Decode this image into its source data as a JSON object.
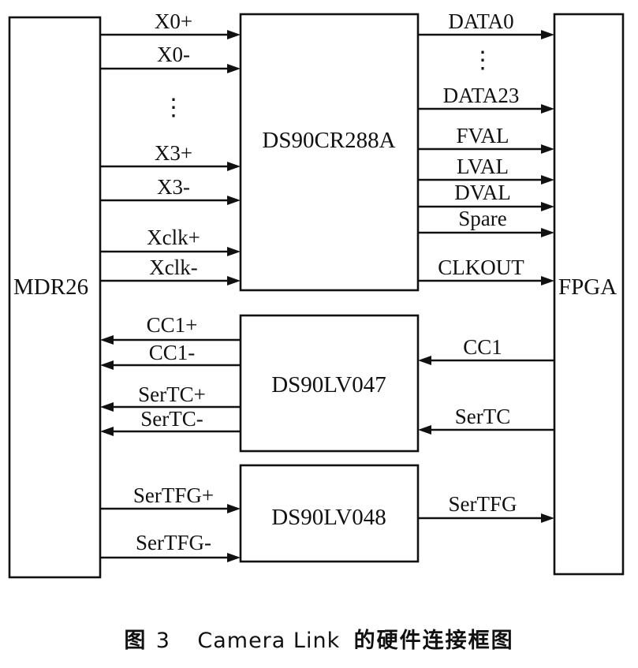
{
  "blocks": {
    "mdr26": "MDR26",
    "fpga": "FPGA",
    "ds90cr288a": "DS90CR288A",
    "ds90lv047": "DS90LV047",
    "ds90lv048": "DS90LV048"
  },
  "signals": {
    "x0p": "X0+",
    "x0m": "X0-",
    "x3p": "X3+",
    "x3m": "X3-",
    "xclkp": "Xclk+",
    "xclkm": "Xclk-",
    "data0": "DATA0",
    "data23": "DATA23",
    "fval": "FVAL",
    "lval": "LVAL",
    "dval": "DVAL",
    "spare": "Spare",
    "clkout": "CLKOUT",
    "cc1p": "CC1+",
    "cc1m": "CC1-",
    "sertcp": "SerTC+",
    "sertcm": "SerTC-",
    "cc1": "CC1",
    "sertc": "SerTC",
    "sertfgp": "SerTFG+",
    "sertfgm": "SerTFG-",
    "sertfg": "SerTFG"
  },
  "ellipsis": "⋮",
  "caption": {
    "figure": "图",
    "number": "3",
    "title_en": "Camera Link",
    "title_zh": "的硬件连接框图"
  }
}
